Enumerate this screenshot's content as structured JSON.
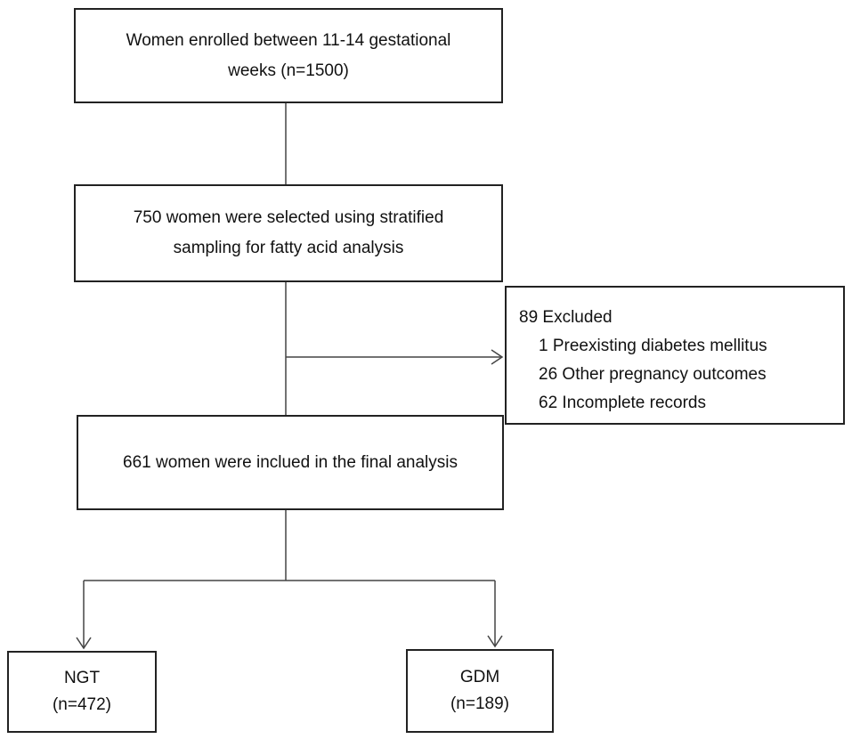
{
  "enrolled": {
    "line1": "Women enrolled between 11-14 gestational",
    "line2": "weeks (n=1500)"
  },
  "selected": {
    "line1": "750 women were selected using stratified",
    "line2": "sampling for fatty acid analysis"
  },
  "excluded": {
    "heading": "89 Excluded",
    "items": [
      "1 Preexisting diabetes mellitus",
      "26 Other pregnancy outcomes",
      "62 Incomplete records"
    ]
  },
  "final": {
    "text": "661 women were inclued in the final analysis"
  },
  "groups": [
    {
      "name": "NGT",
      "count": "(n=472)"
    },
    {
      "name": "GDM",
      "count": "(n=189)"
    }
  ]
}
